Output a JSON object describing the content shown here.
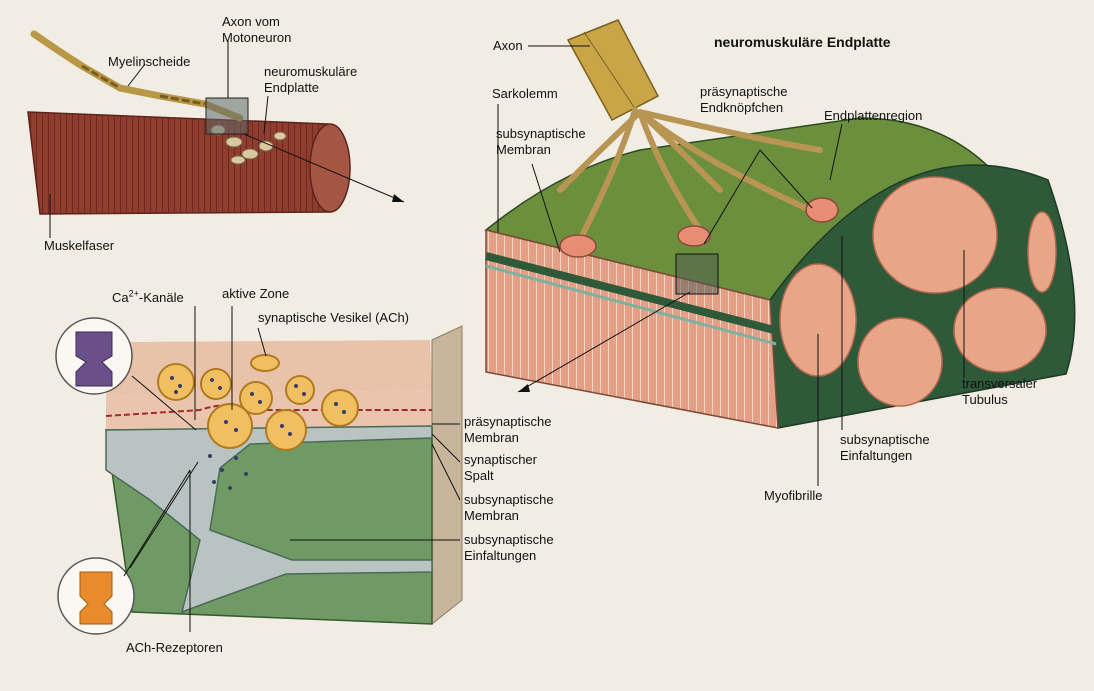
{
  "top_left": {
    "axon_label": "Axon vom\nMotoneuron",
    "myelin_label": "Myelinscheide",
    "endplate_label": "neuromuskuläre\nEndplatte",
    "fiber_label": "Muskelfaser"
  },
  "right": {
    "title": "neuromuskuläre Endplatte",
    "axon_label": "Axon",
    "sarcolemma_label": "Sarkolemm",
    "subsyn_membrane_label": "subsynaptische\nMembran",
    "presyn_knobs_label": "präsynaptische\nEndknöpfchen",
    "endplate_region_label": "Endplattenregion",
    "t_tubule_label": "transversaler\nTubulus",
    "subsyn_folds_label": "subsynaptische\nEinfaltungen",
    "myofibril_label": "Myofibrille"
  },
  "bottom_left": {
    "ca_prefix": "Ca",
    "ca_superscript": "2+",
    "ca_suffix": "-Kanäle",
    "active_zone_label": "aktive Zone",
    "vesicle_label": "synaptische Vesikel (ACh)",
    "presyn_membrane_label": "präsynaptische\nMembran",
    "cleft_label": "synaptischer\nSpalt",
    "subsyn_membrane_label": "subsynaptische\nMembran",
    "subsyn_folds_label": "subsynaptische\nEinfaltungen",
    "receptor_label": "ACh-Rezeptoren"
  },
  "colors": {
    "paper": "#f1ede4",
    "muscle_red": "#8f3d2e",
    "green_surface": "#5f8a3a",
    "dark_green": "#2f5d3a",
    "salmon": "#e9a58a",
    "axon_gold": "#c9a547",
    "vesicle_orange": "#e8b24a",
    "presyn_peach": "#e9c3a9",
    "cleft_gray": "#b9c4c2",
    "channel_purple": "#6a4f8a",
    "receptor_orange": "#e98a2c"
  }
}
